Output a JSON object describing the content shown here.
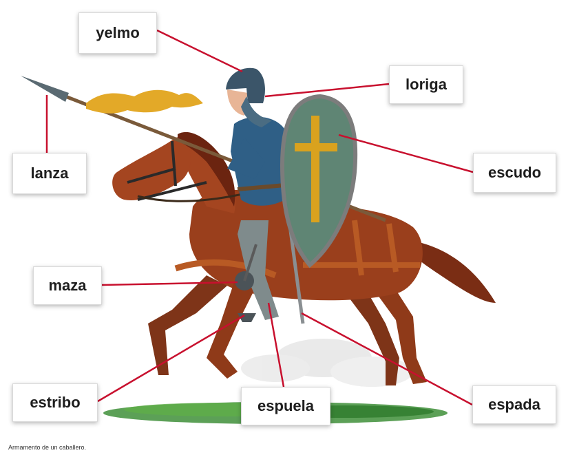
{
  "labels": {
    "yelmo": "yelmo",
    "loriga": "loriga",
    "lanza": "lanza",
    "escudo": "escudo",
    "maza": "maza",
    "estribo": "estribo",
    "espuela": "espuela",
    "espada": "espada"
  },
  "caption": "Armamento de un caballero.",
  "colors": {
    "leader_line": "#c8102e",
    "horse": "#9a3f1c",
    "mane": "#6b2410",
    "tunic": "#2f5f86",
    "shield": "#5f8574",
    "cross": "#d9a21e",
    "banner": "#e3a928",
    "grass": "#3f8f3a"
  }
}
